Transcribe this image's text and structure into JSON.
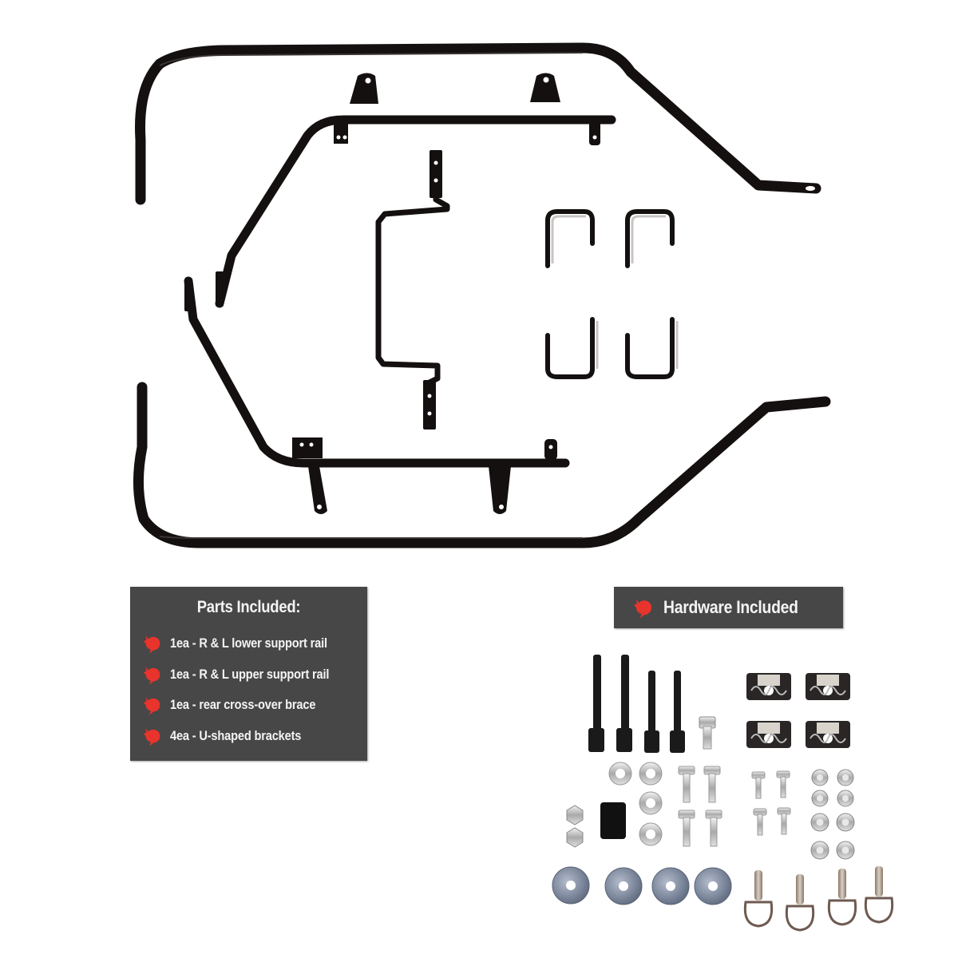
{
  "parts_panel": {
    "title": "Parts Included:",
    "items": [
      {
        "label": "1ea - R & L lower support rail",
        "icon": "red-logo-icon"
      },
      {
        "label": "1ea - R & L upper support rail",
        "icon": "red-logo-icon"
      },
      {
        "label": "1ea - rear cross-over brace",
        "icon": "red-logo-icon"
      },
      {
        "label": "4ea - U-shaped brackets",
        "icon": "red-logo-icon"
      }
    ]
  },
  "hardware_panel": {
    "title": "Hardware Included",
    "icon": "red-logo-icon"
  },
  "colors": {
    "background": "#ffffff",
    "panel": "#474747",
    "panel_text": "#f4f4f4",
    "logo_red": "#e8342c",
    "metal_black": "#141010"
  }
}
